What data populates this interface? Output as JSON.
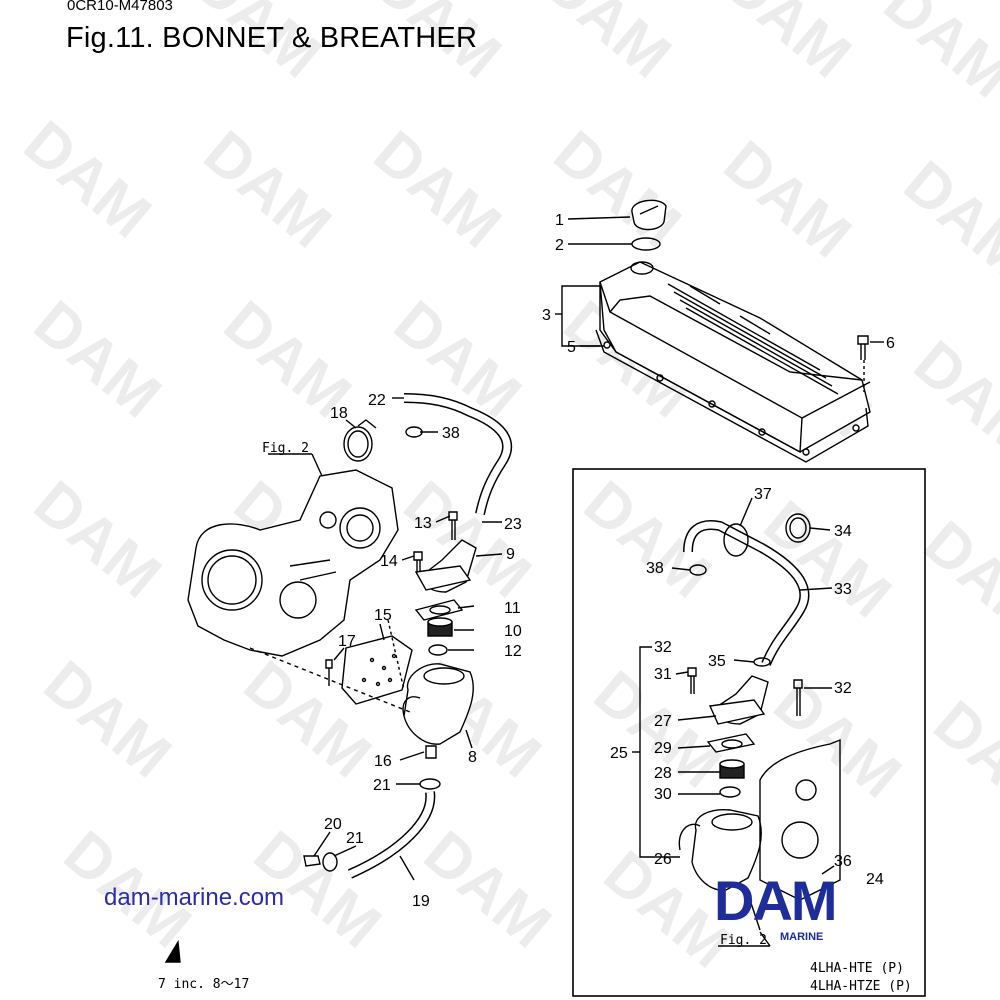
{
  "document": {
    "code": "0CR10-M47803",
    "title": "Fig.11.  BONNET & BREATHER",
    "website": "dam-marine.com",
    "watermark": "DAM"
  },
  "callouts": [
    "1",
    "2",
    "3",
    "5",
    "6",
    "22",
    "18",
    "38",
    "13",
    "23",
    "14",
    "9",
    "11",
    "10",
    "12",
    "15",
    "17",
    "8",
    "16",
    "21",
    "20",
    "21",
    "19"
  ],
  "notes": {
    "fig_ref_main": "Fig. 2",
    "fig_ref_inset": "Fig. 2",
    "footnote": "7 inc. 8～17",
    "model_1": "4LHA-HTE (P)",
    "model_2": "4LHA-HTZE (P)"
  },
  "inset_callouts": [
    "37",
    "34",
    "38",
    "33",
    "32",
    "31",
    "35",
    "32",
    "27",
    "25",
    "29",
    "28",
    "30",
    "26",
    "36",
    "24"
  ],
  "logo": {
    "text": "DAM",
    "subtext": "MARINE",
    "color": "#1f2d9a"
  }
}
